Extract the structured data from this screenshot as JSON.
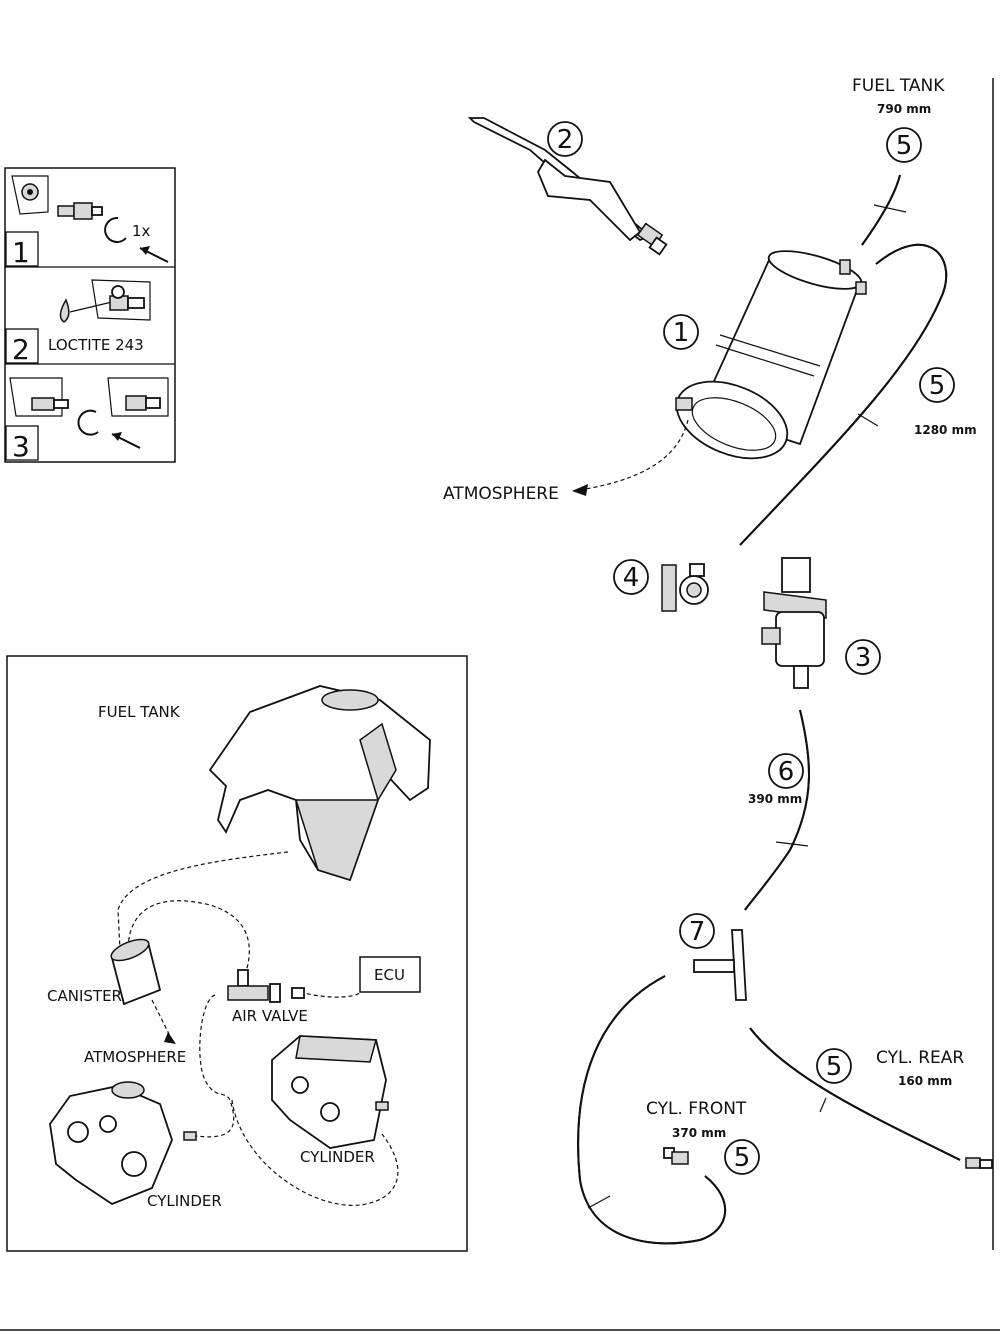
{
  "labels": {
    "fuel_tank_top": "FUEL TANK",
    "fuel_tank_len": "790 mm",
    "hose_5_len_right": "1280 mm",
    "atmosphere": "ATMOSPHERE",
    "hose_6_len": "390 mm",
    "cyl_rear": "CYL. REAR",
    "cyl_rear_len": "160 mm",
    "cyl_front": "CYL. FRONT",
    "cyl_front_len": "370 mm"
  },
  "callouts": {
    "p1": "1",
    "p2": "2",
    "p3": "3",
    "p4": "4",
    "p5_top": "5",
    "p5_right": "5",
    "p5_rear": "5",
    "p5_front": "5",
    "p6": "6",
    "p7": "7"
  },
  "steps_panel": {
    "steps": [
      {
        "number": "1",
        "note": "1x"
      },
      {
        "number": "2",
        "note": "LOCTITE 243"
      },
      {
        "number": "3",
        "note": ""
      }
    ]
  },
  "schematic": {
    "fuel_tank": "FUEL TANK",
    "canister": "CANISTER",
    "atmosphere": "ATMOSPHERE",
    "air_valve": "AIR VALVE",
    "ecu": "ECU",
    "cylinder_right": "CYLINDER",
    "cylinder_left": "CYLINDER"
  }
}
